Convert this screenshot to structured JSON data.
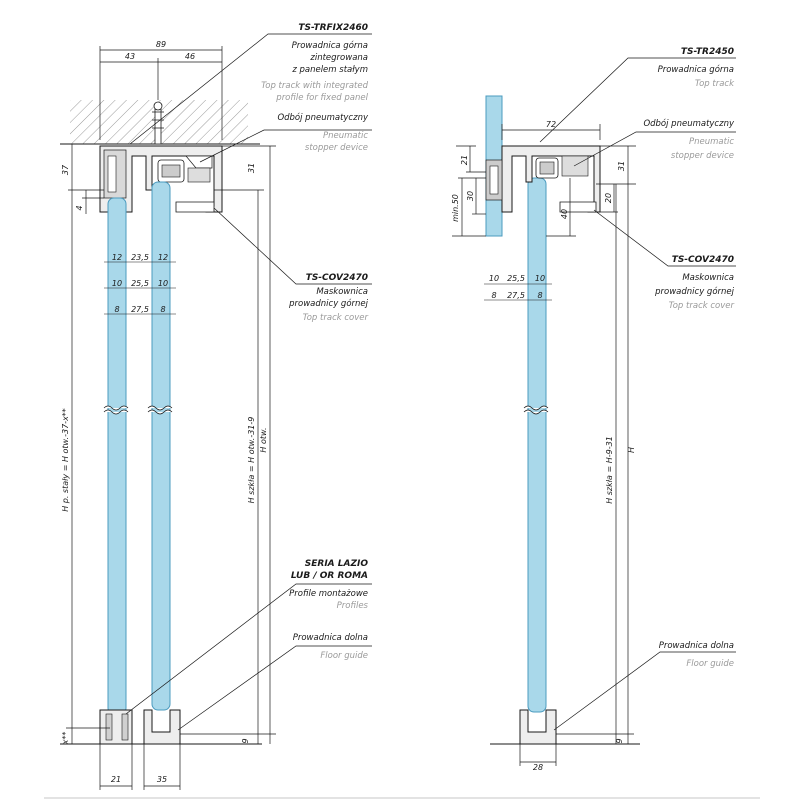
{
  "left_assembly": {
    "callouts": {
      "top_track_code": "TS-TRFIX2460",
      "top_track_pl_1": "Prowadnica górna",
      "top_track_pl_2": "zintegrowana",
      "top_track_pl_3": "z panelem stałym",
      "top_track_en_1": "Top track with integrated",
      "top_track_en_2": "profile for fixed panel",
      "stopper_pl": "Odbój pneumatyczny",
      "stopper_en_1": "Pneumatic",
      "stopper_en_2": "stopper device",
      "cover_code": "TS-COV2470",
      "cover_pl_1": "Maskownica",
      "cover_pl_2": "prowadnicy górnej",
      "cover_en": "Top track cover",
      "series_1": "SERIA LAZIO",
      "series_2": "LUB / OR ROMA",
      "profile_pl": "Profile montażowe",
      "profile_en": "Profiles",
      "floor_pl": "Prowadnica dolna",
      "floor_en": "Floor guide"
    },
    "dims": {
      "total_width": "89",
      "left_part": "43",
      "right_part": "46",
      "top_height": "37",
      "gap_4": "4",
      "track_31": "31",
      "row1_a": "12",
      "row1_b": "23,5",
      "row1_c": "12",
      "row2_a": "10",
      "row2_b": "25,5",
      "row2_c": "10",
      "row3_a": "8",
      "row3_b": "27,5",
      "row3_c": "8",
      "fixed_height": "H p. stały = H otw.-37-x**",
      "glass_height": "H szkła = H otw.-31-9",
      "opening": "H otw.",
      "x_mark": "x**",
      "bottom_9": "9",
      "base_21": "21",
      "base_35": "35"
    }
  },
  "right_assembly": {
    "callouts": {
      "top_track_code": "TS-TR2450",
      "top_track_pl": "Prowadnica górna",
      "top_track_en": "Top track",
      "stopper_pl": "Odbój pneumatyczny",
      "stopper_en_1": "Pneumatic",
      "stopper_en_2": "stopper device",
      "cover_code": "TS-COV2470",
      "cover_pl_1": "Maskownica",
      "cover_pl_2": "prowadnicy górnej",
      "cover_en": "Top track cover",
      "floor_pl": "Prowadnica dolna",
      "floor_en": "Floor guide"
    },
    "dims": {
      "width_72": "72",
      "d21": "21",
      "d30": "30",
      "min50": "min.50",
      "d31": "31",
      "d20": "20",
      "d40": "40",
      "row1_a": "10",
      "row1_b": "25,5",
      "row1_c": "10",
      "row2_a": "8",
      "row2_b": "27,5",
      "row2_c": "8",
      "glass_height": "H szkła = H-9-31",
      "height": "H",
      "bottom_9": "9",
      "base_28": "28"
    }
  },
  "colors": {
    "glass": "#a9d8ea",
    "glass_edge": "#4b9bbf",
    "line": "#1a1a1a",
    "grey_text": "#9a9a9a",
    "metal": "#e6e6e6"
  }
}
